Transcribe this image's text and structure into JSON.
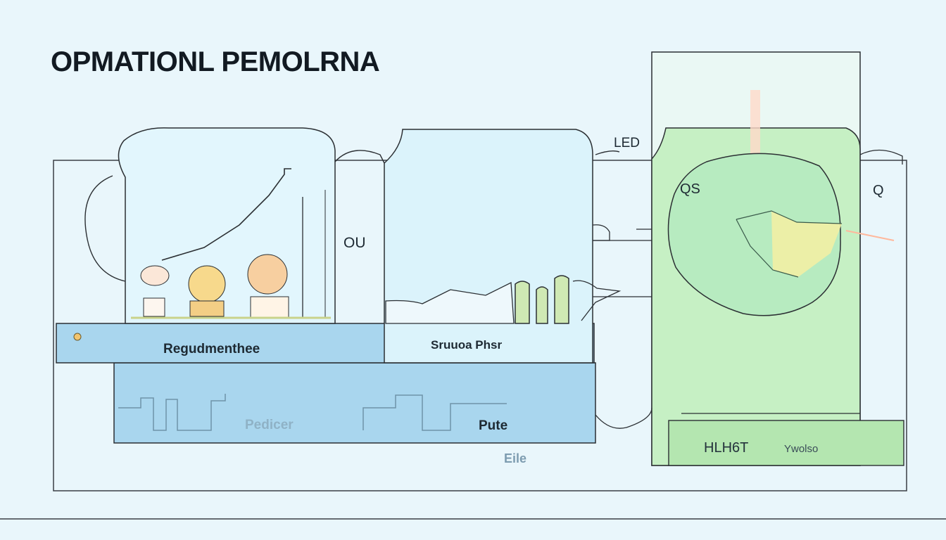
{
  "diagram": {
    "title": "OPMATIONL PEMOLRNA",
    "labels": {
      "left_panel": "Regudmenthee",
      "middle_panel": "Sruuoa Phsr",
      "lower_left": "Pedicer",
      "lower_middle": "Pute",
      "below_lower": "Eile",
      "right_panel_main": "HLH6T",
      "right_panel_side": "Ywolso",
      "connector_mid": "OU",
      "connector_top_right": "LED",
      "right_edge": "Q",
      "inner_right": "QS"
    },
    "colors": {
      "background": "#e9f6fb",
      "water_blue": "#a9d6ee",
      "green_panel": "#c6f0c4",
      "outline": "#2b2f33"
    }
  }
}
